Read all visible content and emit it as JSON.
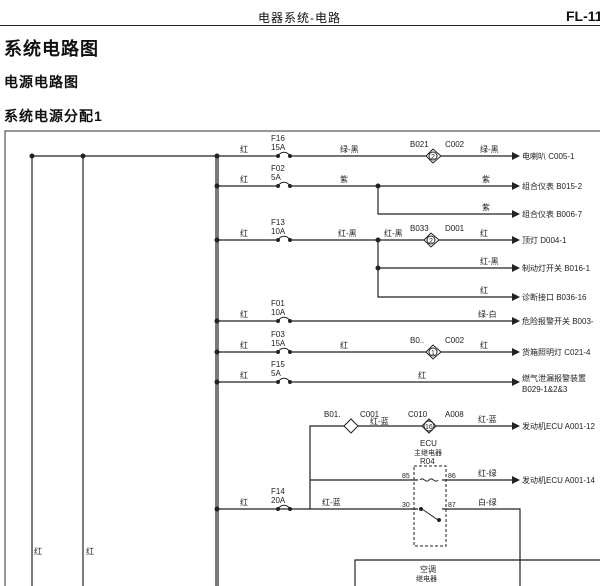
{
  "header": {
    "center_title": "电器系统-电路",
    "page_no": "FL-11"
  },
  "titles": {
    "h1": "系统电路图",
    "h2": "电源电路图",
    "h3": "系统电源分配1"
  },
  "fuses": [
    {
      "name": "F16",
      "rating": "15A"
    },
    {
      "name": "F02",
      "rating": "5A"
    },
    {
      "name": "F13",
      "rating": "10A"
    },
    {
      "name": "F01",
      "rating": "10A"
    },
    {
      "name": "F03",
      "rating": "15A"
    },
    {
      "name": "F15",
      "rating": "5A"
    },
    {
      "name": "F14",
      "rating": "20A"
    }
  ],
  "wires": {
    "red": "红",
    "green_black": "绿-黑",
    "purple": "紫",
    "red_black": "红-黑",
    "green_white": "绿-白",
    "red_blue": "红-蓝",
    "red_green": "红-绿",
    "white_green": "白-绿"
  },
  "connectors": {
    "row1": {
      "a": "B021",
      "b": "C002",
      "pin": "2"
    },
    "row3": {
      "a": "B033",
      "b": "D001",
      "pin": "2"
    },
    "row5": {
      "a": "B0..",
      "b": "C002",
      "pin": "1"
    },
    "row7": {
      "a": "B01.",
      "b": "C001",
      "c": "C010",
      "d": "A008",
      "pin": "16"
    }
  },
  "destinations": {
    "d1": "电喇叭 C005-1",
    "d2": "组合仪表 B015-2",
    "d3": "组合仪表 B006-7",
    "d4": "顶灯 D004-1",
    "d5": "制动灯开关 B016-1",
    "d6": "诊断接口 B036-16",
    "d7": "危险报警开关 B003-",
    "d8": "货箱照明灯 C021-4",
    "d9a": "燃气泄漏报警装置",
    "d9b": "B029-1&2&3",
    "d10": "发动机ECU A001-12",
    "d11": "发动机ECU A001-14"
  },
  "relay": {
    "l1": "ECU",
    "l2": "主继电器",
    "l3": "R04",
    "p85": "85",
    "p86": "86",
    "p30": "30",
    "p87": "87"
  },
  "ac_relay": {
    "l1": "空调",
    "l2": "继电器"
  },
  "colors": {
    "line": "#222222",
    "background": "#ffffff"
  }
}
